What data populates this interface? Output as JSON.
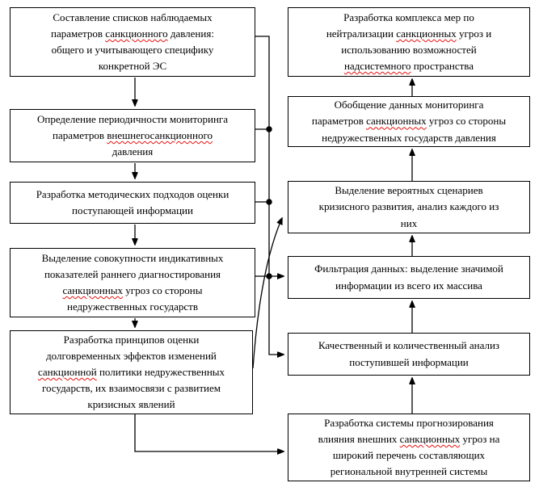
{
  "diagram": {
    "type": "flowchart",
    "colors": {
      "line": "#000000",
      "box_border": "#000000",
      "box_bg": "#ffffff",
      "spellcheck_underline": "#e81010"
    },
    "left_boxes": [
      {
        "name": "compile-parameter-lists",
        "segments": [
          {
            "t": "Составление списков наблюдаемых\nпараметров "
          },
          {
            "t": "санкционного",
            "m": true
          },
          {
            "t": " давления:\nобщего и учитывающего специфику\nконкретной ЭС"
          }
        ]
      },
      {
        "name": "monitoring-periodicity",
        "segments": [
          {
            "t": "Определение периодичности мониторинга\nпараметров "
          },
          {
            "t": "внешнегосанкционного",
            "m": true
          },
          {
            "t": "\nдавления"
          }
        ]
      },
      {
        "name": "methodical-approaches",
        "segments": [
          {
            "t": "Разработка методических подходов оценки\nпоступающей информации"
          }
        ]
      },
      {
        "name": "indicative-indicators",
        "segments": [
          {
            "t": "Выделение совокупности индикативных\nпоказателей раннего диагностирования\n"
          },
          {
            "t": "санкционных",
            "m": true
          },
          {
            "t": " угроз со стороны\nнедружественных государств"
          }
        ]
      },
      {
        "name": "long-term-effects-principles",
        "segments": [
          {
            "t": "Разработка принципов оценки\nдолговременных эффектов изменений\n"
          },
          {
            "t": "санкционной",
            "m": true
          },
          {
            "t": " политики недружественных\nгосударств, их взаимосвязи с развитием\nкризисных явлений"
          }
        ]
      }
    ],
    "right_boxes": [
      {
        "name": "neutralization-measures",
        "segments": [
          {
            "t": "Разработка комплекса мер по\nнейтрализации "
          },
          {
            "t": "санкционных",
            "m": true
          },
          {
            "t": " угроз и\nиспользованию возможностей\n"
          },
          {
            "t": "надсистемного",
            "m": true
          },
          {
            "t": " пространства"
          }
        ]
      },
      {
        "name": "monitoring-data-generalization",
        "segments": [
          {
            "t": "Обобщение данных мониторинга\nпараметров "
          },
          {
            "t": "санкционных",
            "m": true
          },
          {
            "t": " угроз со стороны\nнедружественных государств давления"
          }
        ]
      },
      {
        "name": "crisis-scenarios",
        "segments": [
          {
            "t": "Выделение вероятных сценариев\nкризисного развития, анализ каждого из\nних"
          }
        ]
      },
      {
        "name": "data-filtering",
        "segments": [
          {
            "t": "Фильтрация данных: выделение значимой\nинформации из всего их массива"
          }
        ]
      },
      {
        "name": "qualitative-quantitative-analysis",
        "segments": [
          {
            "t": "Качественный и количественный анализ\nпоступившей информации"
          }
        ]
      },
      {
        "name": "forecasting-system",
        "segments": [
          {
            "t": "Разработка системы прогнозирования\nвлияния внешних "
          },
          {
            "t": "санкционных",
            "m": true
          },
          {
            "t": " угроз на\nширокий перечень составляющих\nрегиональной внутренней системы"
          }
        ]
      }
    ],
    "edges": [
      {
        "from": "compile-parameter-lists",
        "to": "monitoring-periodicity"
      },
      {
        "from": "monitoring-periodicity",
        "to": "methodical-approaches"
      },
      {
        "from": "methodical-approaches",
        "to": "indicative-indicators"
      },
      {
        "from": "indicative-indicators",
        "to": "long-term-effects-principles"
      },
      {
        "from": "compile-parameter-lists",
        "to": "trunk"
      },
      {
        "from": "monitoring-periodicity",
        "to": "trunk"
      },
      {
        "from": "methodical-approaches",
        "to": "trunk"
      },
      {
        "from": "indicative-indicators",
        "to": "trunk"
      },
      {
        "from": "trunk",
        "to": "data-filtering"
      },
      {
        "from": "trunk",
        "to": "qualitative-quantitative-analysis"
      },
      {
        "from": "long-term-effects-principles",
        "to": "crisis-scenarios"
      },
      {
        "from": "long-term-effects-principles",
        "to": "forecasting-system"
      },
      {
        "from": "forecasting-system",
        "to": "qualitative-quantitative-analysis"
      },
      {
        "from": "qualitative-quantitative-analysis",
        "to": "data-filtering"
      },
      {
        "from": "data-filtering",
        "to": "crisis-scenarios"
      },
      {
        "from": "crisis-scenarios",
        "to": "monitoring-data-generalization"
      },
      {
        "from": "monitoring-data-generalization",
        "to": "neutralization-measures"
      }
    ]
  }
}
